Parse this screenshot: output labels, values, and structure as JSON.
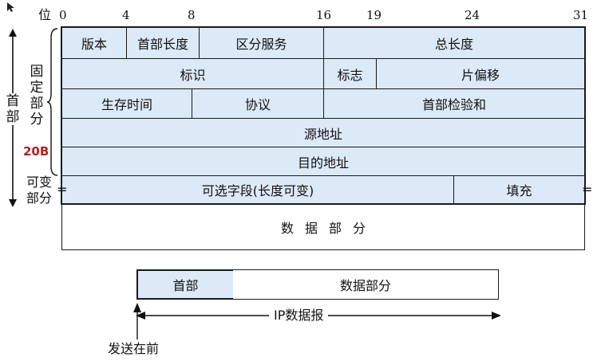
{
  "bit_label": "位",
  "bit_positions": [
    "0",
    "4",
    "8",
    "16",
    "19",
    "24",
    "31"
  ],
  "rows": [
    [
      {
        "label": "版本"
      },
      {
        "label": "首部长度"
      },
      {
        "label": "区分服务"
      },
      {
        "label": "总长度"
      }
    ],
    [
      {
        "label": "标识"
      },
      {
        "label": "标志"
      },
      {
        "label": "片偏移"
      }
    ],
    [
      {
        "label": "生存时间"
      },
      {
        "label": "协议"
      },
      {
        "label": "首部检验和"
      }
    ],
    [
      {
        "label": "源地址"
      }
    ],
    [
      {
        "label": "目的地址"
      }
    ],
    [
      {
        "label": "可选字段(长度可变)"
      },
      {
        "label": "填充"
      }
    ]
  ],
  "data_part": "数据部分",
  "side": {
    "header": "首部",
    "fixed": "固定部分",
    "fixed_size": "20B",
    "variable": "可变部分"
  },
  "datagram": {
    "header": "首部",
    "data": "数据部分",
    "label": "IP数据报",
    "send_first": "发送在前"
  },
  "colors": {
    "header_fill": "#dce9f7",
    "border": "#1a1a1a",
    "size_label": "#b22222"
  }
}
